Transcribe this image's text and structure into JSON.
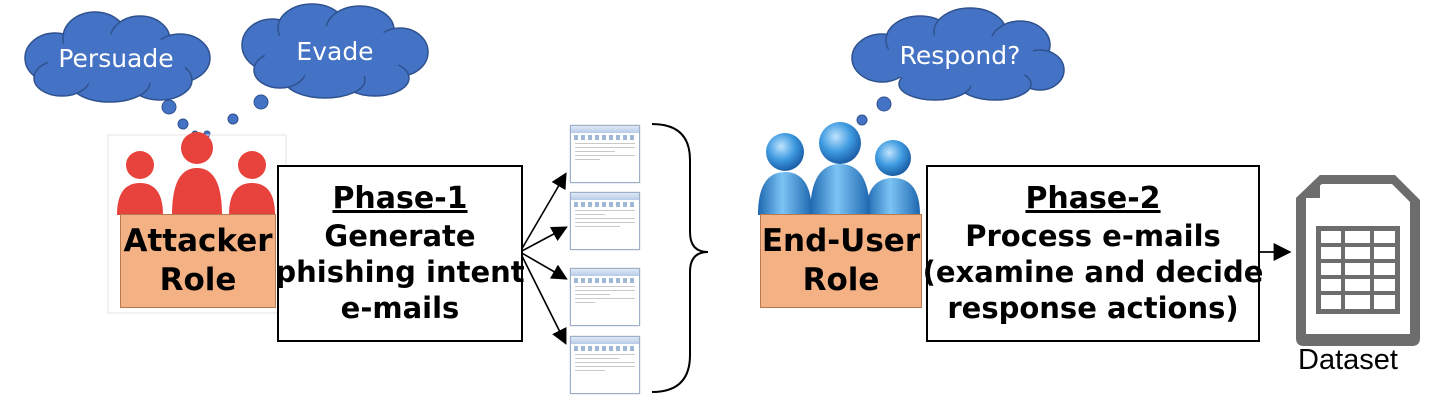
{
  "clouds": {
    "persuade": "Persuade",
    "evade": "Evade",
    "respond": "Respond?"
  },
  "attacker": {
    "line1": "Attacker",
    "line2": "Role"
  },
  "phase1": {
    "title": "Phase-1",
    "lines": [
      "Generate",
      "phishing intent",
      "e-mails"
    ]
  },
  "enduser": {
    "line1": "End-User",
    "line2": "Role"
  },
  "phase2": {
    "title": "Phase-2",
    "lines": [
      "Process e-mails",
      "(examine and decide",
      "response actions)"
    ]
  },
  "dataset": {
    "label": "Dataset"
  },
  "colors": {
    "cloud": "#4472c4",
    "attacker_people": "#e8423c",
    "enduser_people": "#2f8fd8",
    "role_box": "#f4b183",
    "dataset_icon": "#6d6d6d"
  },
  "icons": [
    "thought-cloud",
    "people-group-icon",
    "email-thumbnail",
    "spreadsheet-document-icon"
  ]
}
